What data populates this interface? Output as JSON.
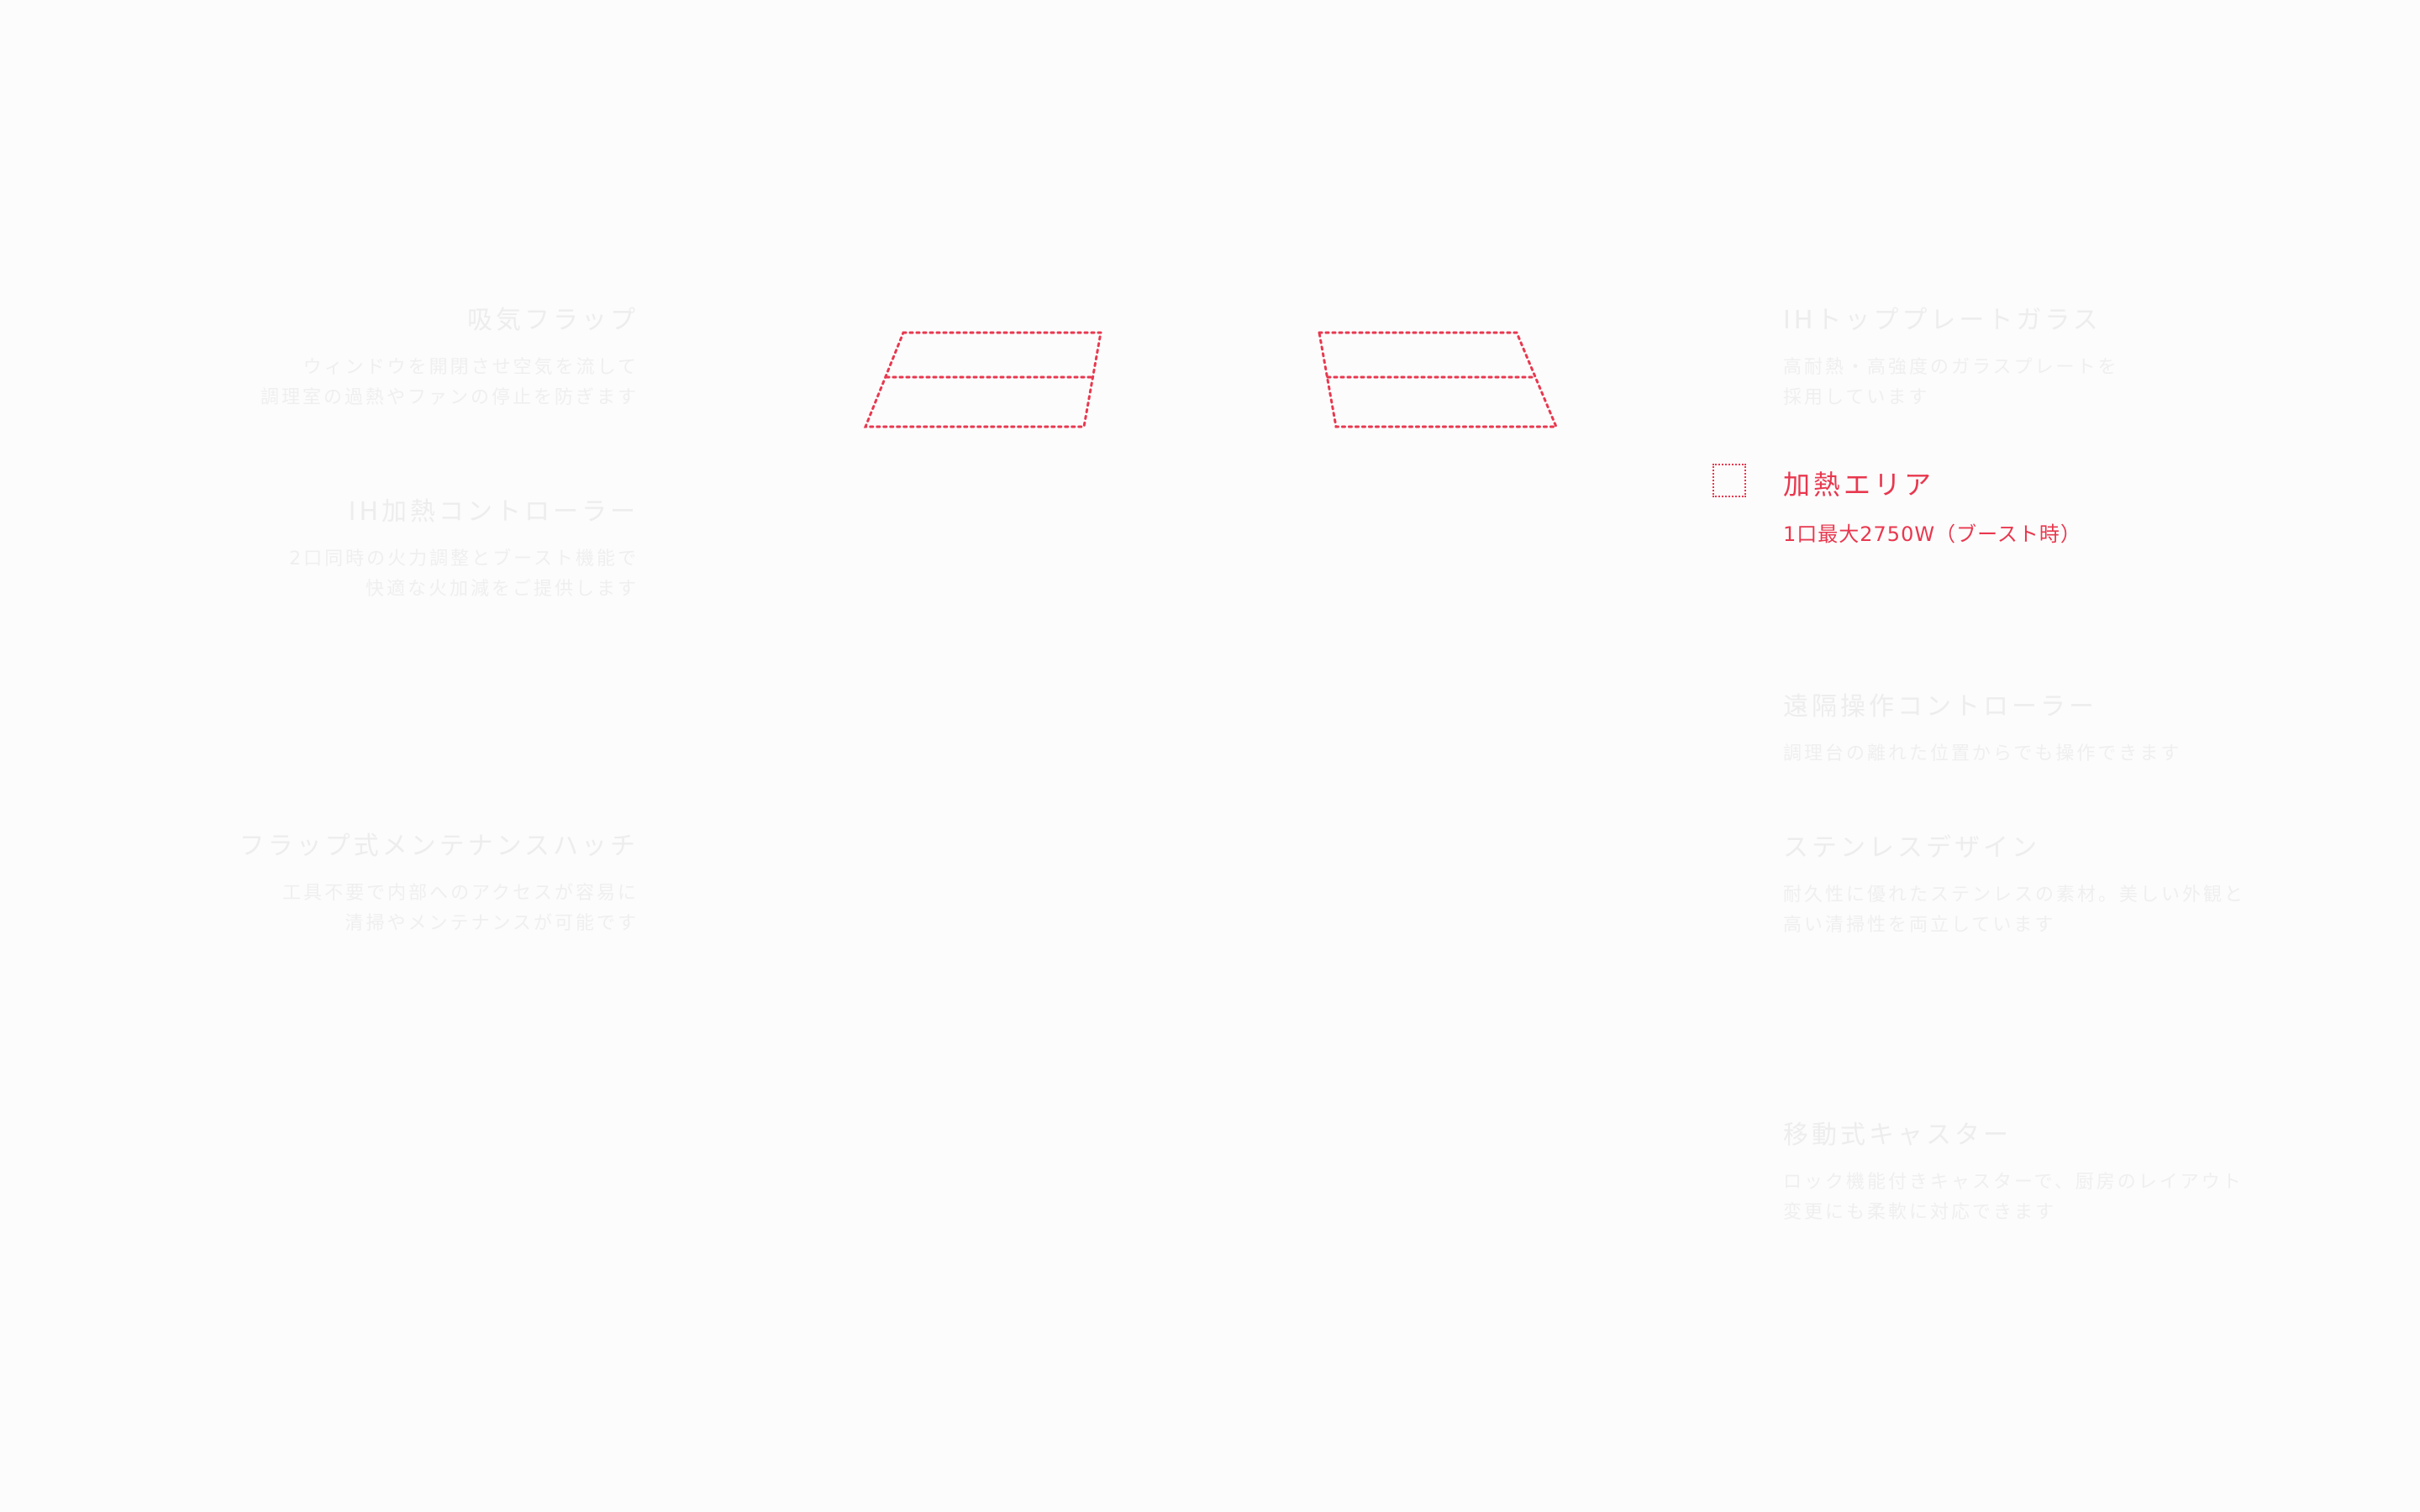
{
  "features": {
    "intake_flap": {
      "title": "吸気フラップ",
      "desc_line1": "ウィンドウを開閉させ空気を流して",
      "desc_line2": "調理室の過熱やファンの停止を防ぎます"
    },
    "ih_controller": {
      "title": "IH加熱コントローラー",
      "desc_line1": "2口同時の火力調整とブースト機能で",
      "desc_line2": "快適な火加減をご提供します"
    },
    "flap_maintenance": {
      "title": "フラップ式メンテナンスハッチ",
      "desc_line1": "工具不要で内部へのアクセスが容易に",
      "desc_line2": "清掃やメンテナンスが可能です"
    },
    "top_plate": {
      "title": "IHトッププレートガラス",
      "desc_line1": "高耐熱・高強度のガラスプレートを",
      "desc_line2": "採用しています"
    },
    "heating_area": {
      "title": "加熱エリア",
      "desc_line1": "1口最大2750W（ブースト時）"
    },
    "remote_controller": {
      "title": "遠隔操作コントローラー",
      "desc_line1": "調理台の離れた位置からでも操作できます"
    },
    "stainless_design": {
      "title": "ステンレスデザイン",
      "desc_line1": "耐久性に優れたステンレスの素材。美しい外観と",
      "desc_line2": "高い清掃性を両立しています"
    },
    "caster": {
      "title": "移動式キャスター",
      "desc_line1": "ロック機能付きキャスターで、厨房のレイアウト",
      "desc_line2": "変更にも柔軟に対応できます"
    }
  },
  "colors": {
    "accent": "#e8384f",
    "faded_text": "#ededed",
    "background": "#fcfcfc"
  }
}
